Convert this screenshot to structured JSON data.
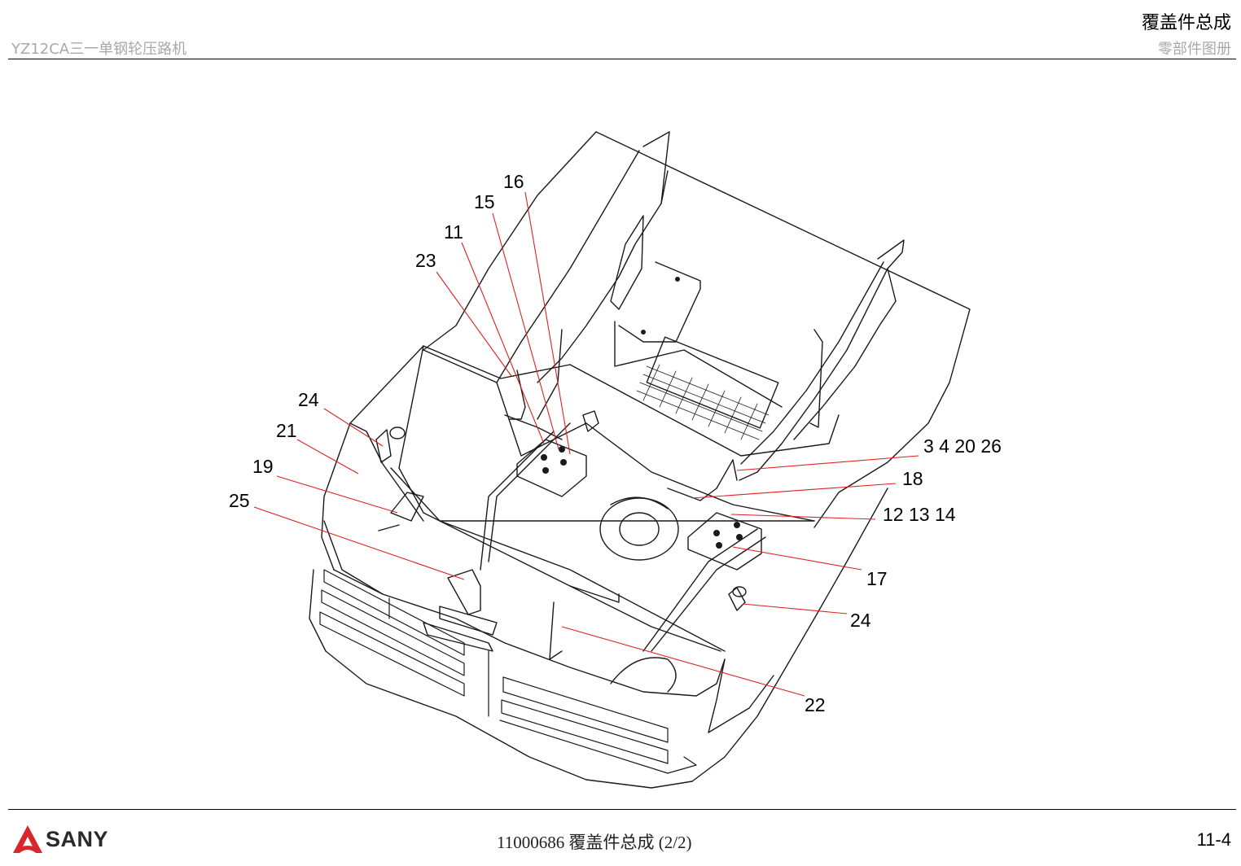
{
  "header": {
    "model": "YZ12CA三一单钢轮压路机",
    "title": "覆盖件总成",
    "subtitle": "零部件图册"
  },
  "callouts": {
    "c16": "16",
    "c15": "15",
    "c11": "11",
    "c23": "23",
    "c24a": "24",
    "c21": "21",
    "c19": "19",
    "c25": "25",
    "c3": "3 4 20 26",
    "c18": "18",
    "c12": "12 13 14",
    "c17": "17",
    "c24b": "24",
    "c22": "22"
  },
  "footer": {
    "brand": "SANY",
    "doc": "11000686 覆盖件总成 (2/2)",
    "page": "11-4"
  },
  "colors": {
    "leader": "#e02020",
    "line": "#1a1a1a",
    "header_gray": "#a8a8a8",
    "logo_red": "#d9262c"
  }
}
